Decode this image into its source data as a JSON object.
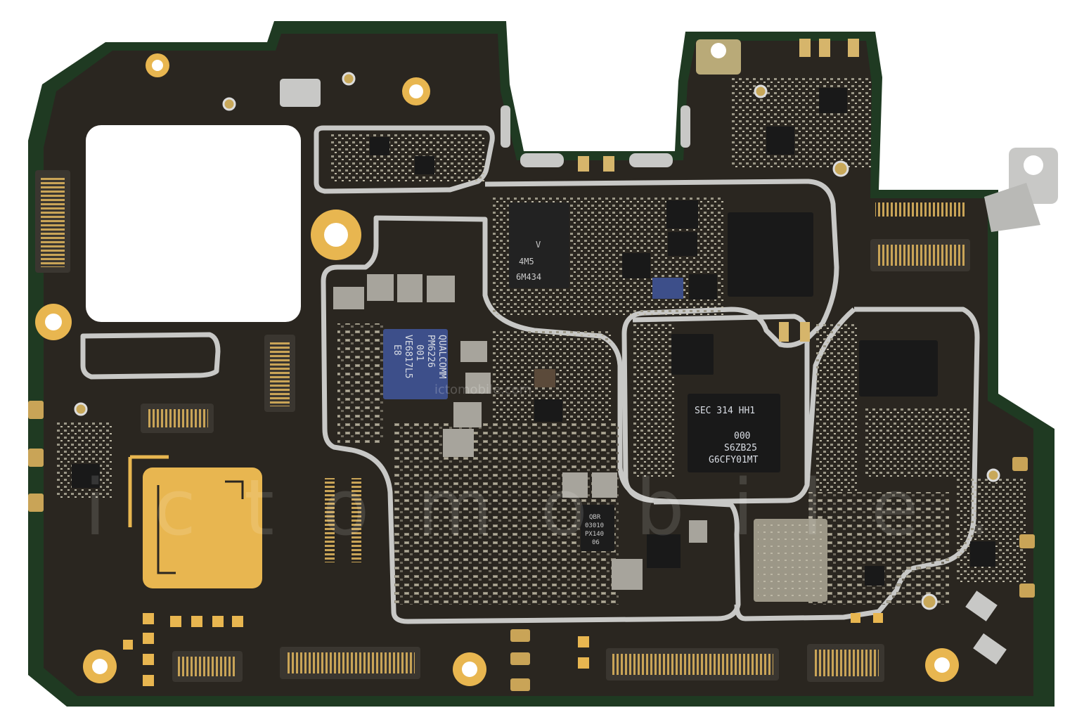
{
  "image": {
    "subject": "mobile phone main logic board",
    "colors": {
      "background": "#ffffff",
      "pcb_green": "#1f3a22",
      "pcb_dark": "#2a2620",
      "shield_silver": "#c8c8c6",
      "gold_pad": "#e8b650",
      "chip_black": "#191919",
      "chip_blue": "#3d4f8a",
      "connector": "#3a3630"
    }
  },
  "chips": {
    "pmic": {
      "lines": [
        "QUALCOMM",
        "PM6226",
        "001",
        "VE6817L5",
        "E8"
      ]
    },
    "emmc": {
      "lines": [
        "SEC 314 HH1",
        "000",
        "S6ZB25",
        "G6CFY01MT"
      ]
    },
    "upper": {
      "lines": [
        "V",
        "4M5",
        "6M434"
      ]
    },
    "small": {
      "lines": [
        "QBR",
        "03010",
        "PX140",
        "06"
      ]
    }
  },
  "watermark": {
    "large_text": "ictomobile.",
    "small_text": "ictomobile.com"
  },
  "icons": [
    "screw-hole-icon",
    "coax-connector-icon",
    "board-to-board-connector-icon",
    "sim-contact-pad-icon"
  ]
}
